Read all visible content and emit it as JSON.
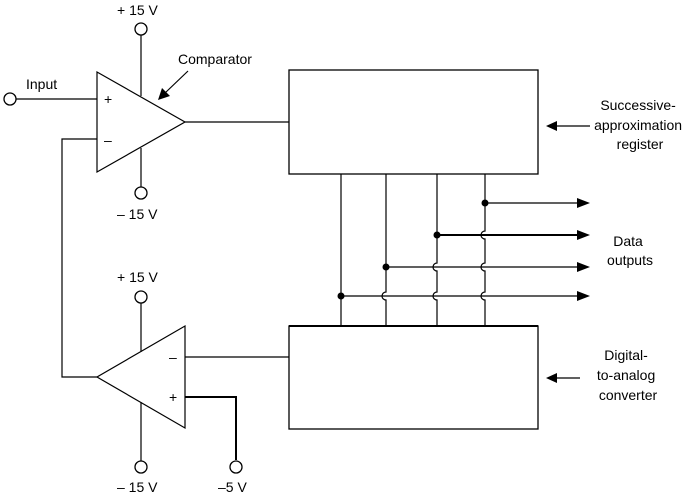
{
  "labels": {
    "pos_supply_top": "+ 15 V",
    "neg_supply_top": "– 15 V",
    "pos_supply_bottom": "+ 15 V",
    "neg_supply_bottom": "– 15 V",
    "ref_supply": "–5 V",
    "input": "Input",
    "comparator": "Comparator",
    "sar": [
      "Successive-",
      "approximation",
      "register"
    ],
    "data_outputs": [
      "Data",
      "outputs"
    ],
    "dac": [
      "Digital-",
      "to-analog",
      "converter"
    ],
    "comp_plus": "+",
    "comp_minus": "–",
    "amp_minus": "–",
    "amp_plus": "+"
  },
  "colors": {
    "ink": "#000000",
    "background": "#ffffff"
  }
}
